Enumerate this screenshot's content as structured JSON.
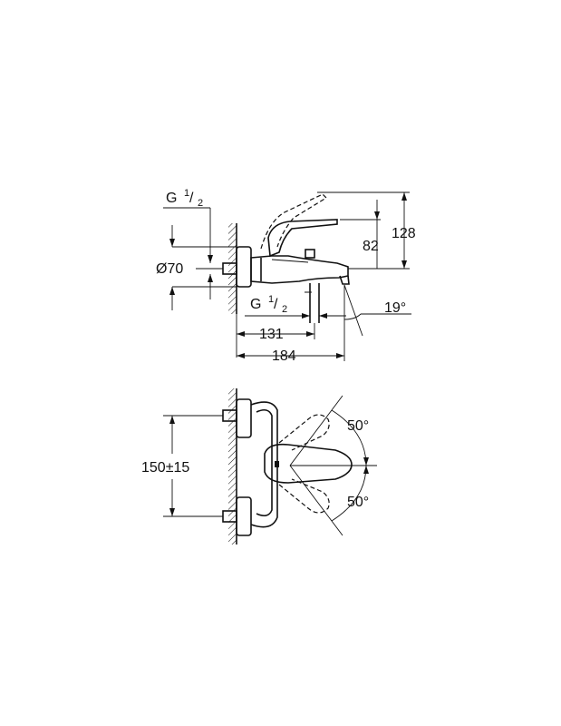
{
  "side_view": {
    "thread_top": {
      "g": "G",
      "num": "1",
      "slash": "/",
      "den": "2"
    },
    "diameter": "Ø70",
    "thread_spout": {
      "g": "G",
      "num": "1",
      "slash": "/",
      "den": "2"
    },
    "dim_82": "82",
    "dim_128": "128",
    "dim_131": "131",
    "dim_184": "184",
    "angle": "19°"
  },
  "top_view": {
    "spacing": "150±15",
    "angle_top": "50°",
    "angle_bottom": "50°"
  }
}
